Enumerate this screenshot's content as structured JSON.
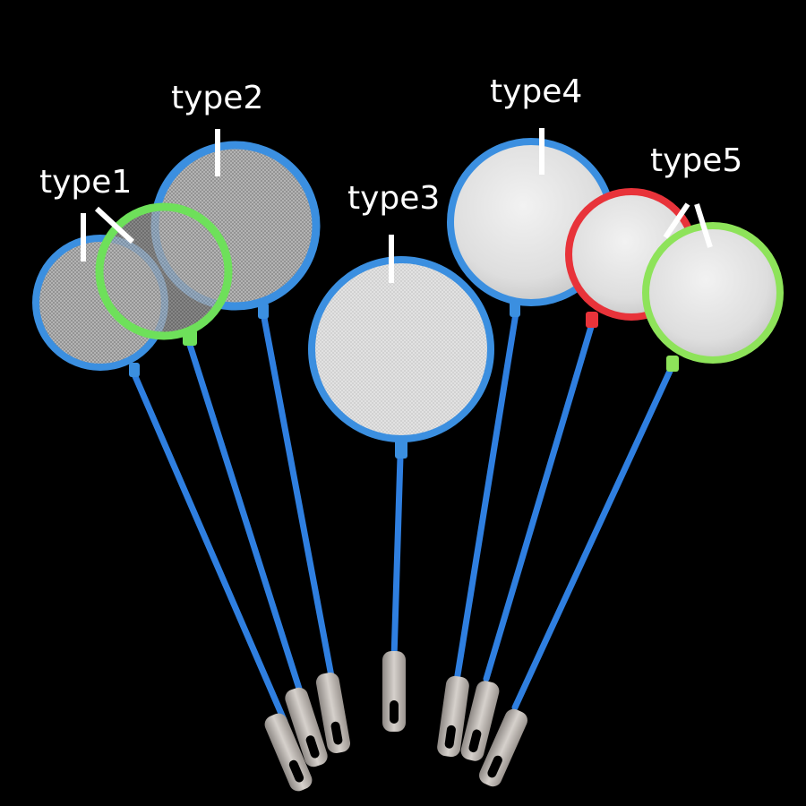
{
  "photo": {
    "background_color": "#000000",
    "subject": "fish nets"
  },
  "labels": {
    "type1": "type1",
    "type2": "type2",
    "type3": "type3",
    "type4": "type4",
    "type5": "type5"
  },
  "nets": [
    {
      "id": "net-1-blue",
      "type": "type1",
      "rim_color": "#3b8fe0",
      "mesh": "fine-grey"
    },
    {
      "id": "net-1-green",
      "type": "type1",
      "rim_color": "#6ee05a",
      "mesh": "fine-grey"
    },
    {
      "id": "net-2-blue",
      "type": "type2",
      "rim_color": "#3b8fe0",
      "mesh": "fine-grey"
    },
    {
      "id": "net-3-blue",
      "type": "type3",
      "rim_color": "#3b8fe0",
      "mesh": "fine-white"
    },
    {
      "id": "net-4-blue",
      "type": "type4",
      "rim_color": "#3b8fe0",
      "mesh": "cloth-white"
    },
    {
      "id": "net-5-red",
      "type": "type5",
      "rim_color": "#e8333a",
      "mesh": "cloth-white"
    },
    {
      "id": "net-5-green",
      "type": "type5",
      "rim_color": "#8ee35a",
      "mesh": "cloth-white"
    }
  ],
  "colors": {
    "handle_rod": "#2f7fe0",
    "grip": "#b9b3ad",
    "label_text": "#ffffff"
  }
}
